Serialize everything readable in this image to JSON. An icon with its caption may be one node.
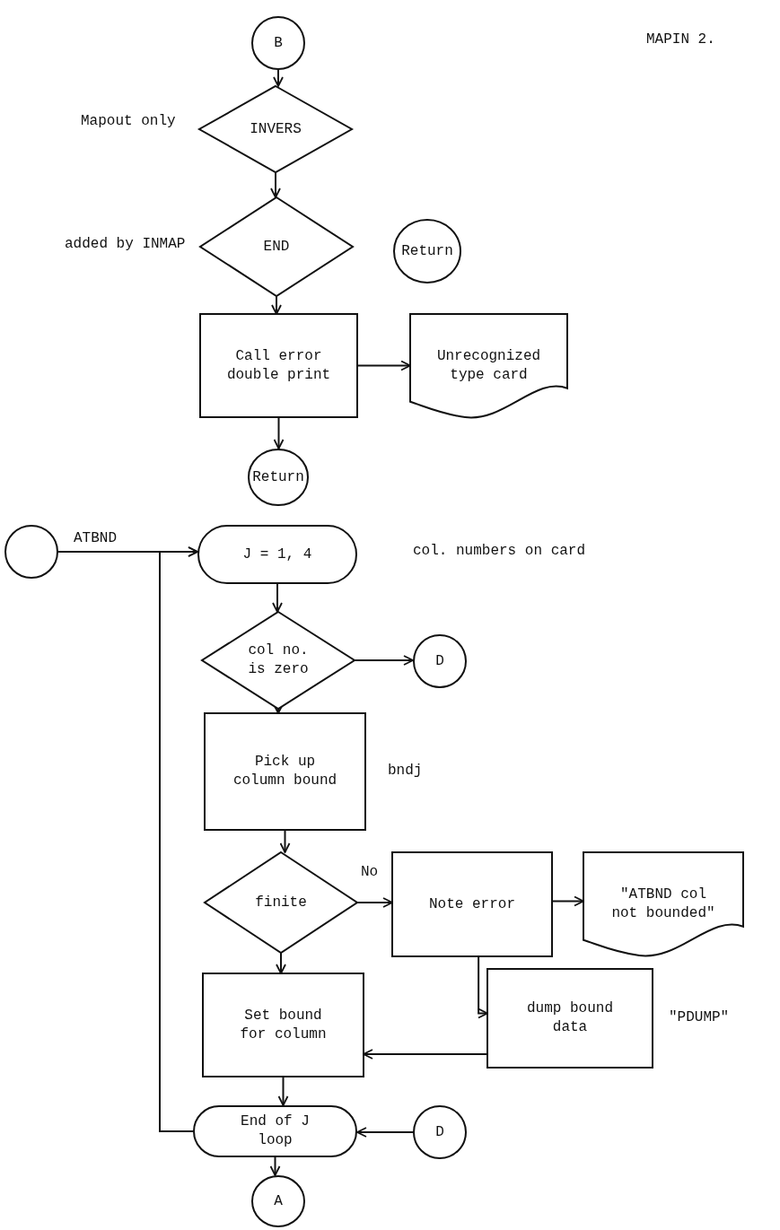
{
  "diagram": {
    "nodes": [
      {
        "text": [
          "B"
        ]
      },
      {
        "text": [
          "INVERS"
        ],
        "beside": [
          "Mapout only"
        ]
      },
      {
        "text": [
          "END"
        ],
        "beside": [
          "added by INMAP"
        ]
      },
      {
        "text": [
          "Return"
        ]
      },
      {
        "text": [
          "Call error double print"
        ]
      },
      {
        "text": [
          "Unrecognized type card"
        ]
      },
      {
        "text": [
          "Return"
        ]
      },
      {
        "text": [],
        "shape": "circle"
      },
      {
        "text": [
          "J = 1, 4"
        ],
        "beside": [
          "col. numbers on card"
        ]
      },
      {
        "text": [
          "col no. is zero"
        ]
      },
      {
        "text": [
          "D"
        ]
      },
      {
        "text": [
          "Pick up column bound"
        ],
        "beside": [
          "bndj"
        ]
      },
      {
        "text": [
          "finite"
        ]
      },
      {
        "text": [
          "Note error"
        ]
      },
      {
        "text": [
          "\"ATBND col not bounded\""
        ]
      },
      {
        "text": [
          "Set bound for column"
        ]
      },
      {
        "text": [
          "dump bound data"
        ],
        "beside": [
          "\"PDUMP\""
        ]
      },
      {
        "text": [
          "End of J loop"
        ]
      },
      {
        "text": [
          "D"
        ]
      },
      {
        "text": [
          "A"
        ]
      }
    ],
    "edges": [
      {
        "from": 0,
        "to": 1,
        "arrow": "to"
      },
      {
        "from": 1,
        "to": 2,
        "arrow": "to"
      },
      {
        "from": 2,
        "to": 4,
        "arrow": "to"
      },
      {
        "from": 4,
        "to": 5,
        "arrow": "to"
      },
      {
        "from": 4,
        "to": 6,
        "arrow": "to"
      },
      {
        "from": 7,
        "to": 8,
        "label": "ATBND",
        "arrow": "to"
      },
      {
        "from": 8,
        "to": 9,
        "arrow": "to"
      },
      {
        "from": 9,
        "to": 10,
        "arrow": "to"
      },
      {
        "from": 9,
        "to": 11,
        "arrow": "to"
      },
      {
        "from": 11,
        "to": 12,
        "arrow": "to"
      },
      {
        "from": 12,
        "to": 13,
        "label": "No",
        "arrow": "to"
      },
      {
        "from": 13,
        "to": 14,
        "arrow": "to"
      },
      {
        "from": 13,
        "to": 16,
        "arrow": "to"
      },
      {
        "from": 16,
        "to": 15,
        "arrow": "to"
      },
      {
        "from": 12,
        "to": 15,
        "arrow": "to"
      },
      {
        "from": 15,
        "to": 17,
        "arrow": "to"
      },
      {
        "from": 18,
        "to": 17,
        "arrow": "to"
      },
      {
        "from": 17,
        "to": 8,
        "arrow": "to"
      },
      {
        "from": 17,
        "to": 19,
        "arrow": "to"
      }
    ],
    "labels": [
      "MAPIN 2."
    ]
  }
}
